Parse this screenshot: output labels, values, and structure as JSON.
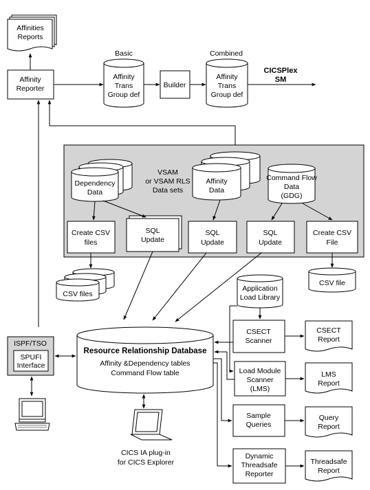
{
  "labels": {
    "affinities_reports": [
      "Affinities",
      "Reports"
    ],
    "affinity_reporter": [
      "Affinity",
      "Reporter"
    ],
    "basic_title": "Basic",
    "basic_db": [
      "Affinity",
      "Trans",
      "Group def"
    ],
    "builder": "Builder",
    "combined_title": "Combined",
    "combined_db": [
      "Affinity",
      "Trans",
      "Group def"
    ],
    "cicsplex": [
      "CICSPlex",
      "SM"
    ],
    "dependency_data": [
      "Dependency",
      "Data"
    ],
    "vsam_note": [
      "VSAM",
      "or VSAM RLS",
      "Data sets"
    ],
    "affinity_data": [
      "Affinity",
      "Data"
    ],
    "command_flow_data": [
      "Command Flow",
      "Data",
      "(GDG)"
    ],
    "create_csv_files": [
      "Create CSV",
      "files"
    ],
    "sql_update_1": [
      "SQL",
      "Update"
    ],
    "sql_update_2": [
      "SQL",
      "Update"
    ],
    "sql_update_3": [
      "SQL",
      "Update"
    ],
    "create_csv_file": [
      "Create CSV",
      "File"
    ],
    "csv_files": "CSV files",
    "csv_file": "CSV file",
    "app_load_library": [
      "Application",
      "Load Library"
    ],
    "csect_scanner": [
      "CSECT",
      "Scanner"
    ],
    "csect_report": [
      "CSECT",
      "Report"
    ],
    "ispf_tso": "ISPF/TSO",
    "spufi": [
      "SPUFI",
      "Interface"
    ],
    "rrdb_title": "Resource Relationship Database",
    "rrdb_sub": [
      "Affinity &Dependency tables",
      "Command Flow table"
    ],
    "load_module_scanner": [
      "Load Module",
      "Scanner",
      "(LMS)"
    ],
    "lms_report": [
      "LMS",
      "Report"
    ],
    "sample_queries": [
      "Sample",
      "Queries"
    ],
    "query_report": [
      "Query",
      "Report"
    ],
    "threadsafe_reporter": [
      "Dynamic",
      "Threadsafe",
      "Reporter"
    ],
    "threadsafe_report": [
      "Threadsafe",
      "Report"
    ],
    "cics_ia": [
      "CICS IA plug-in",
      "for CICS Explorer"
    ]
  },
  "colors": {
    "panel": "#d4d4d4",
    "line": "#000000",
    "fill": "#ffffff"
  },
  "icons": [
    "terminal-icon",
    "laptop-icon"
  ]
}
